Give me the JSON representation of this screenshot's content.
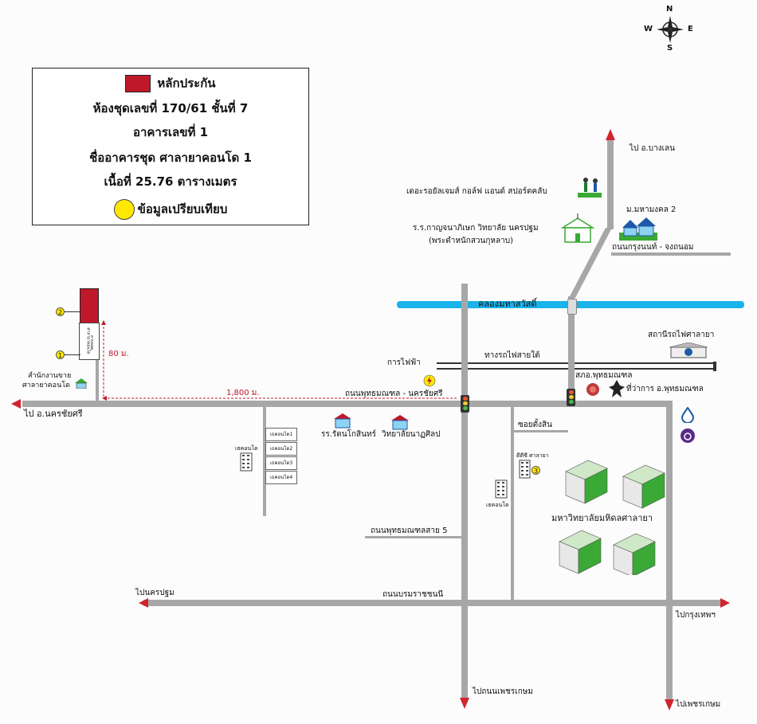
{
  "legend": {
    "collateral_label": "หลักประกัน",
    "room_line": "ห้องชุดเลขที่ 170/61 ชั้นที่ 7",
    "building_line": "อาคารเลขที่ 1",
    "condo_name_line": "ชื่ออาคารชุด ศาลายาคอนโด 1",
    "area_line": "เนื้อที่ 25.76  ตารางเมตร",
    "comparison_label": "ข้อมูลเปรียบเทียบ",
    "collateral_color": "#c0182b",
    "comparison_color": "#ffe800"
  },
  "compass": {
    "n": "N",
    "s": "S",
    "e": "E",
    "w": "W"
  },
  "roads": {
    "phutthamonthon_nakhonchaisi": "ถนนพุทธมณฑล - นครชัยศรี",
    "to_nakhonchaisi": "ไป อ.นครชัยศรี",
    "to_bangle": "ไป อ.บางเลน",
    "krungnon_chongthanom": "ถนนกรุงนนท์ - จงถนอม",
    "canal": "คลองมหาสวัสดิ์",
    "railway": "ทางรถไฟสายใต้",
    "soi_tangsin": "ซอยตั้งสิน",
    "phutthamonthon_sai5": "ถนนพุทธมณฑลสาย 5",
    "borommaratchachonnani": "ถนนบรมราชชนนี",
    "to_nakhonpathom": "ไปนครปฐม",
    "to_bangkok": "ไปกรุงเทพฯ",
    "to_phetkasem_road": "ไปถนนเพชรเกษม",
    "to_phetkasem": "ไปเพชรเกษม"
  },
  "places": {
    "golf_club": "เดอะรอยัลเจมส์ กอล์ฟ แอนด์ สปอร์ตคลับ",
    "mahidol_wittaya": "ม.มหามงคล 2",
    "school_kanchana_line1": "ร.ร.กาญจนาภิเษก วิทยาลัย นครปฐม",
    "school_kanchana_line2": "(พระตำหนักสวนกุหลาบ)",
    "salaya_station": "สถานีรถไฟศาลายา",
    "electricity": "การไฟฟ้า",
    "police": "สภอ.พุทธมณฑล",
    "district_office": "ที่ว่าการ อ.พุทธมณฑล",
    "sales_office_line1": "สำนักงานขาย",
    "sales_office_line2": "ศาลายาคอนโด",
    "rattana_school": "รร.รัตนโกสินทร์",
    "nattasin_college": "วิทยาลัยนาฏศิลป",
    "mahidol_university": "มหาวิทยาลัยมหิดลศาลายา",
    "my_condo_left": "เธคอนโด",
    "my_condo_mid": "เธคอนโด",
    "dd_salaya": "ดีดีซี ศาลายา"
  },
  "condo_list": [
    "เธคอนโด1",
    "เธคอนโด2",
    "เธคอนโด3",
    "เธคอนโด4"
  ],
  "subject_labels": {
    "top": "ศาลายาคอนโด",
    "bottom": "ลานจอด"
  },
  "markers": {
    "one": "1",
    "two": "2",
    "three": "3"
  },
  "distances": {
    "vertical": "80 ม.",
    "horizontal": "1,800 ม."
  },
  "colors": {
    "road": "#a7a7a7",
    "canal": "#1ab3ea",
    "arrow": "#d0252e",
    "campus": "#3aa935"
  }
}
